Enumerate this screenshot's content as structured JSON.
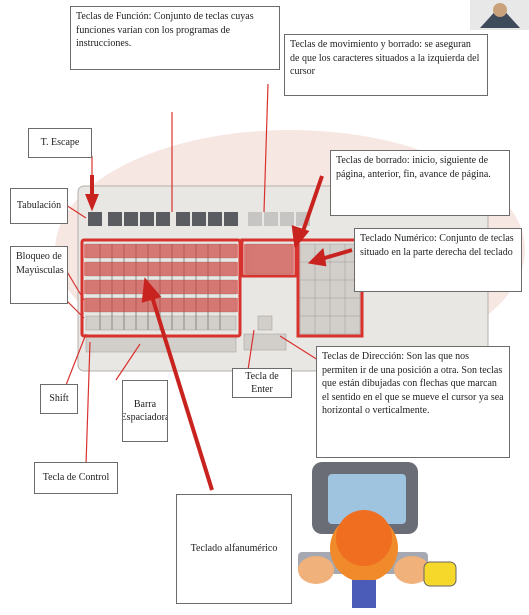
{
  "labels": {
    "function_keys": "Teclas de Función: Conjunto de teclas cuyas funciones varían con los programas de instrucciones.",
    "editing_keys": "Teclas de movimiento y borrado: se aseguran de que los caracteres situados a la izquierda del cursor",
    "escape": "T. Escape",
    "tab": "Tabulación",
    "page_keys": "Teclas de borrado: inicio, siguiente de página, anterior, fin, avance de página.",
    "caps_lock": "Bloqueo de Mayúsculas",
    "numeric_keypad": "Teclado Numérico: Conjunto de teclas situado en la parte derecha del teclado",
    "arrow_keys": "Teclas de Dirección: Son las que nos permiten ir de una posición a otra. Son teclas que están dibujadas con flechas que marcan el sentido en el que se mueve el cursor ya sea horizontal o verticalmente.",
    "enter": "Tecla de Enter",
    "shift": "Shift",
    "space_bar": "Barra Espaciadora",
    "control": "Tecla de Control",
    "alphanumeric": "Teclado alfanumérico"
  },
  "colors": {
    "highlight": "#d8322e",
    "arrow": "#c8231f",
    "border": "#6b6b6b"
  }
}
